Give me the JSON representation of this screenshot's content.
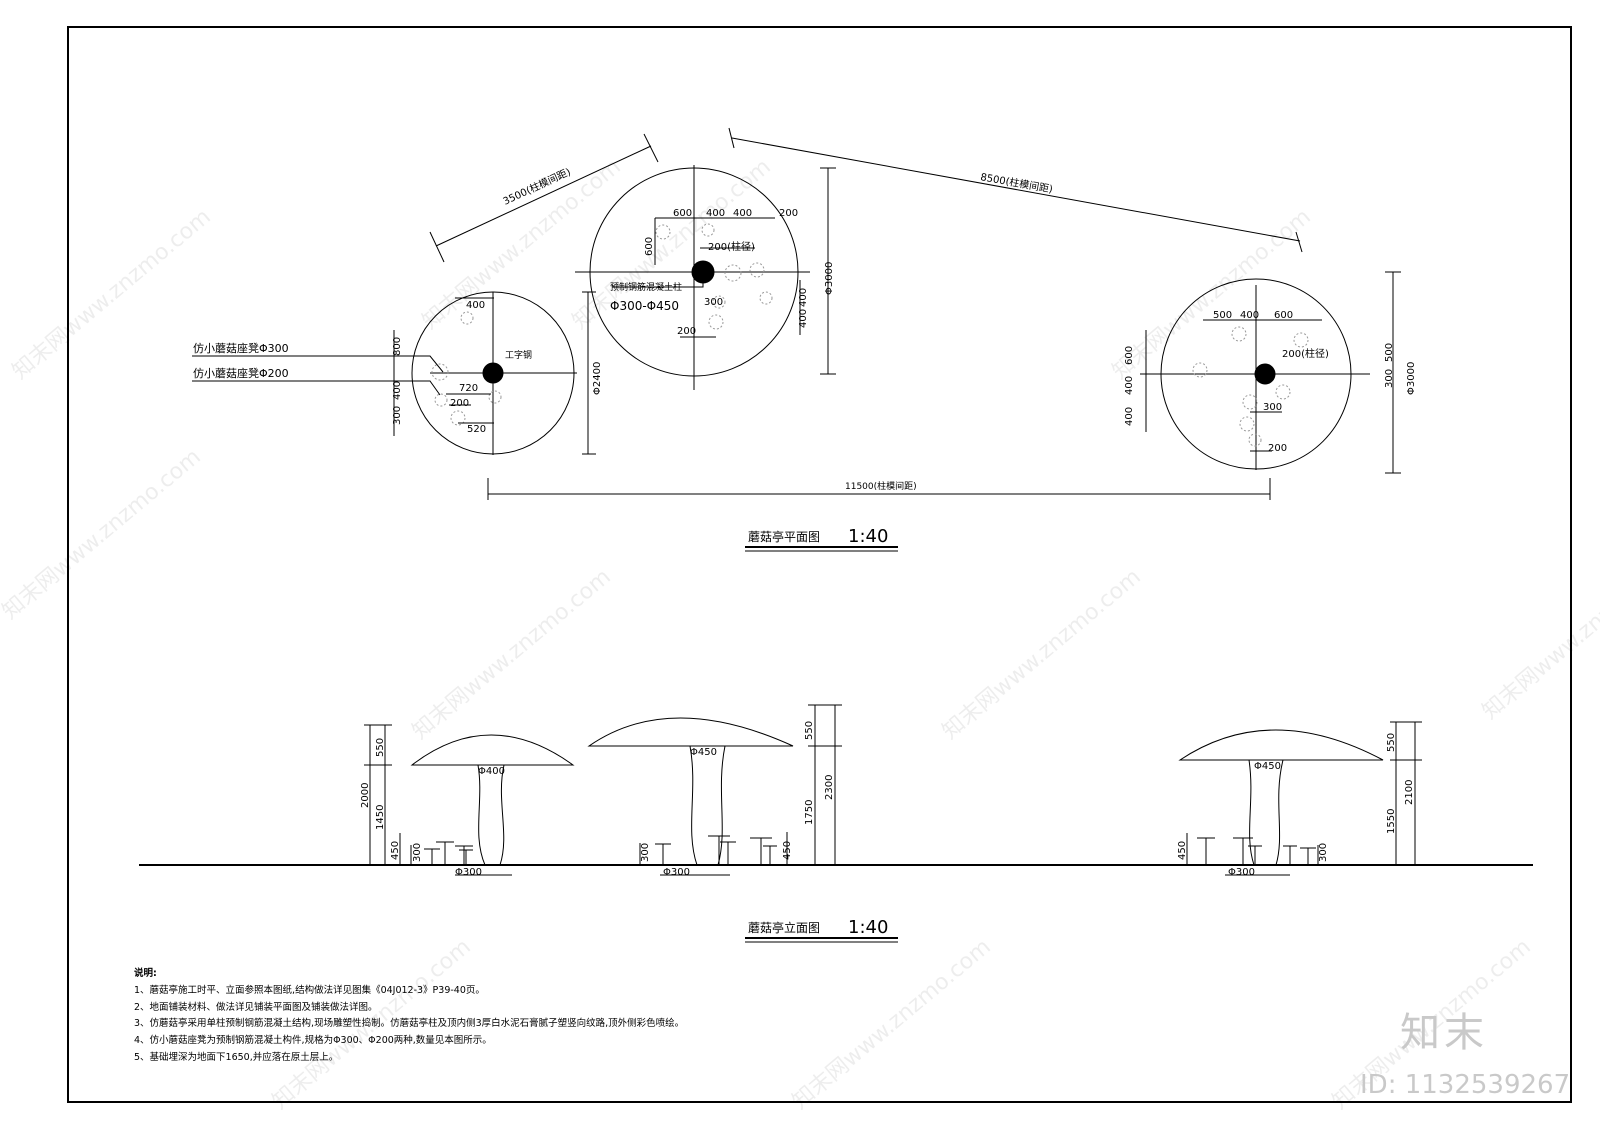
{
  "plan": {
    "title": "蘑菇亭平面图",
    "scale": "1:40",
    "dims": {
      "d3500": "3500(柱模间距)",
      "d8500": "8500(柱模间距)",
      "d11500": "11500(柱模间距)",
      "phi2400": "Φ2400",
      "phi3000_mid": "Φ3000",
      "phi3000_right": "Φ3000",
      "c600": "600",
      "c400a": "400",
      "c400b": "400",
      "c200a": "200",
      "c600v": "600",
      "c200col": "200(柱径)",
      "c300": "300",
      "c400v1": "400",
      "c400v2": "400",
      "c200b": "200",
      "l400": "400",
      "l800": "800",
      "l400v": "400",
      "l300v": "300",
      "l720": "720",
      "l200": "200",
      "l520": "520",
      "r500": "500",
      "r400": "400",
      "r600": "600",
      "r200col": "200(柱径)",
      "r300": "300",
      "r200": "200",
      "r600v": "600",
      "r400v1": "400",
      "r400v2": "400",
      "r300v": "300",
      "r500v": "500"
    },
    "labels": {
      "stool300": "仿小蘑菇座凳Φ300",
      "stool200": "仿小蘑菇座凳Φ200",
      "steel": "工字钢",
      "column": "预制钢筋混凝土柱",
      "column_size": "Φ300-Φ450"
    }
  },
  "elevation": {
    "title": "蘑菇亭立面图",
    "scale": "1:40",
    "dims": {
      "l2000": "2000",
      "l550": "550",
      "l1450": "1450",
      "l450": "450",
      "l300": "300",
      "lphi400": "Φ400",
      "lphi300": "Φ300",
      "mphi450": "Φ450",
      "m550": "550",
      "m1750": "1750",
      "m2300": "2300",
      "m300": "300",
      "m450": "450",
      "mphi300": "Φ300",
      "rphi450": "Φ450",
      "r550": "550",
      "r1550": "1550",
      "r2100": "2100",
      "r450": "450",
      "r300": "300",
      "rphi300": "Φ300"
    }
  },
  "notes": {
    "heading": "说明:",
    "items": [
      "1、蘑菇亭施工时平、立面参照本图纸,结构做法详见图集《04J012-3》P39-40页。",
      "2、地面铺装材料、做法详见铺装平面图及铺装做法详图。",
      "3、仿蘑菇亭采用单柱预制钢筋混凝土结构,现场雕塑性捣制。仿蘑菇亭柱及顶内侧3厚白水泥石膏腻子塑竖向纹路,顶外侧彩色喷绘。",
      "4、仿小蘑菇座凳为预制钢筋混凝土构件,规格为Φ300、Φ200两种,数量见本图所示。",
      "5、基础埋深为地面下1650,并应落在原土层上。"
    ]
  },
  "watermark": {
    "text": "知末网www.znzmo.com",
    "brand": "知末",
    "id": "ID: 1132539267"
  }
}
